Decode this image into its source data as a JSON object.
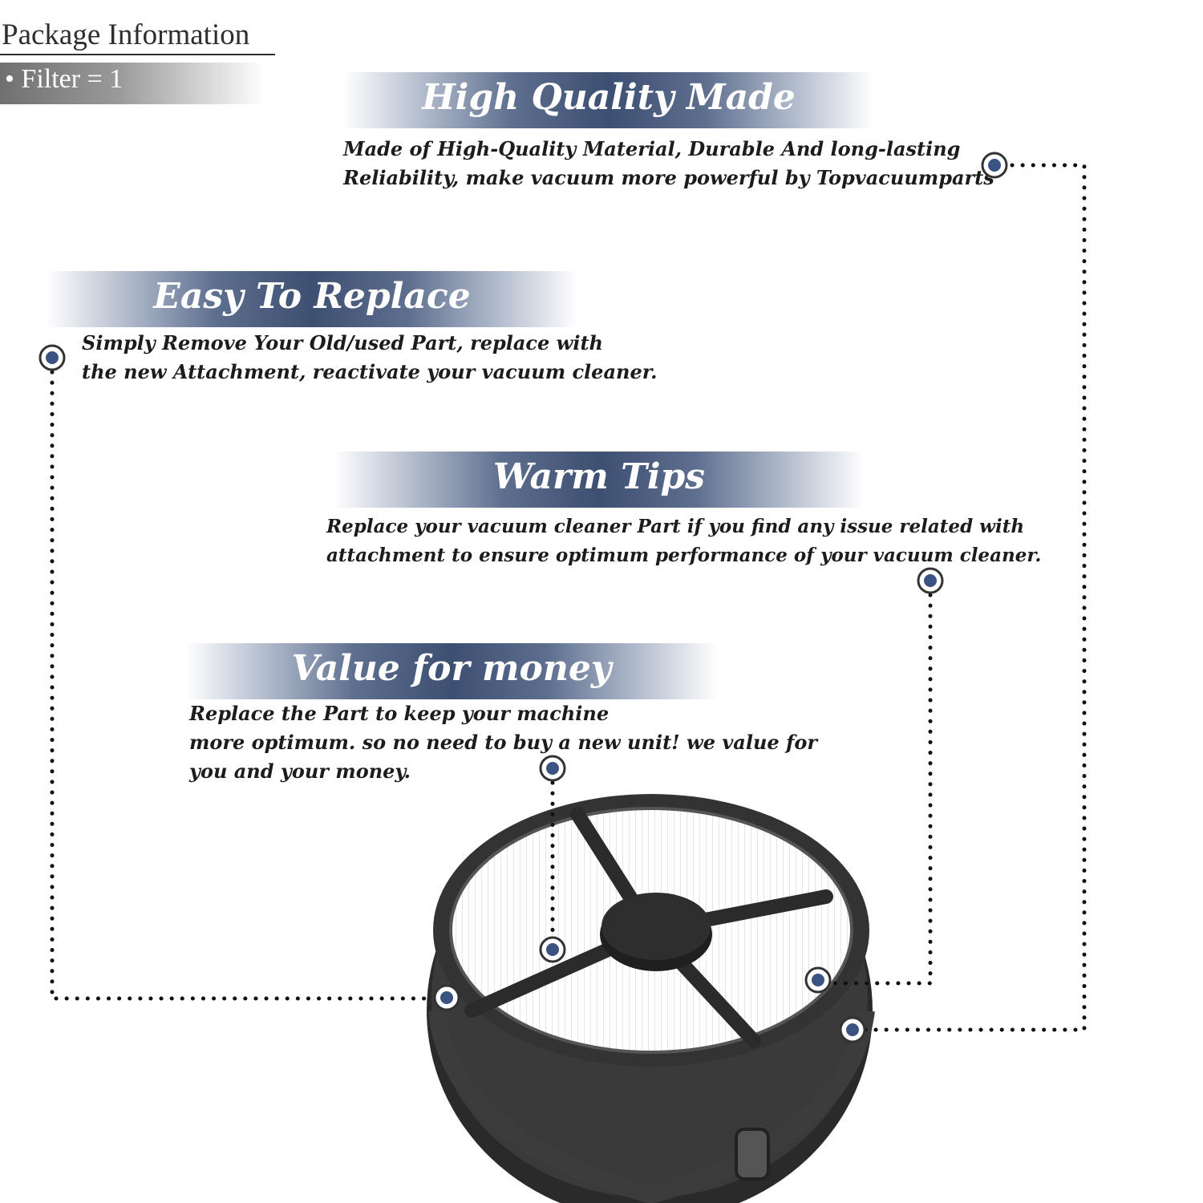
{
  "package": {
    "title": "Package Information",
    "item": "• Filter = 1"
  },
  "features": [
    {
      "title": "High Quality Made",
      "lines": [
        "Made of  High-Quality Material, Durable And long-lasting",
        "Reliability, make vacuum more powerful by Topvacuumparts"
      ]
    },
    {
      "title": "Easy To Replace",
      "lines": [
        "Simply Remove Your Old/used Part, replace with",
        "the new Attachment, reactivate your vacuum cleaner."
      ]
    },
    {
      "title": "Warm Tips",
      "lines": [
        "Replace your vacuum cleaner Part if you find any issue related with",
        " attachment to ensure optimum performance of your vacuum cleaner."
      ]
    },
    {
      "title": "Value for money",
      "lines": [
        "Replace the Part to keep your machine",
        "more optimum. so no need to buy a new unit! we value for",
        "you and your money."
      ]
    }
  ],
  "colors": {
    "accent": "#3d4f72",
    "marker_fill": "#3b5383",
    "text": "#1c1c1c"
  }
}
